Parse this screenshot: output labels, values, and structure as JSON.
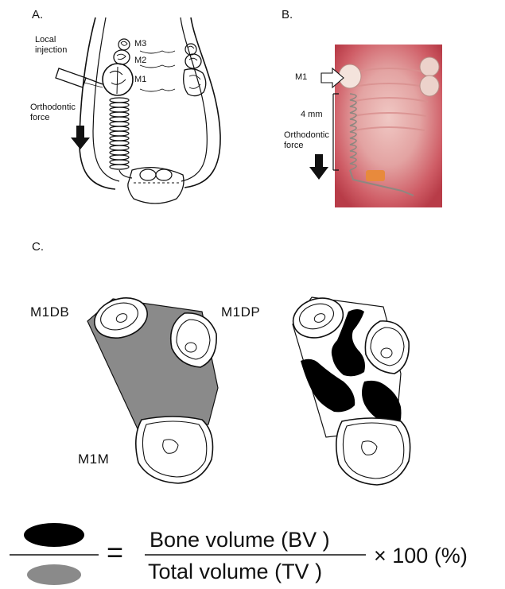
{
  "panels": {
    "a": "A.",
    "b": "B.",
    "c": "C."
  },
  "panel_a": {
    "local_injection": [
      "Local",
      "injection"
    ],
    "m3": "M3",
    "m2": "M2",
    "m1": "M1",
    "orthodontic_force": [
      "Orthodontic",
      "force"
    ]
  },
  "panel_b": {
    "m1": "M1",
    "distance": "4 mm",
    "orthodontic_force": [
      "Orthodontic",
      "force"
    ]
  },
  "panel_c": {
    "m1db": "M1DB",
    "m1dp": "M1DP",
    "m1m": "M1M"
  },
  "formula": {
    "numerator": "Bone volume (BV )",
    "denominator": "Total volume (TV )",
    "equals": "=",
    "multiplier": "× 100 (%)"
  },
  "colors": {
    "bone": "#000000",
    "total_volume": "#8a8a8a",
    "tissue_red": "#c8505a",
    "spring_metal": "#9a9088"
  }
}
